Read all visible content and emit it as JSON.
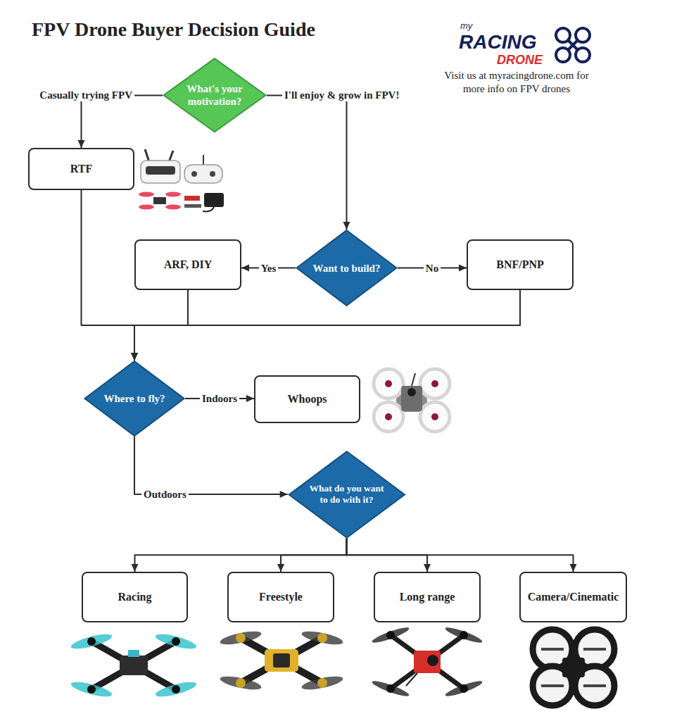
{
  "diagram": {
    "title": "FPV Drone Buyer Decision Guide",
    "nodes": [
      {
        "text": [
          "What's your motivation?"
        ]
      },
      {
        "text": [
          "RTF"
        ]
      },
      {
        "text": [
          "Want to build?"
        ]
      },
      {
        "text": [
          "ARF, DIY"
        ]
      },
      {
        "text": [
          "BNF/PNP"
        ]
      },
      {
        "text": [
          "Where to fly?"
        ]
      },
      {
        "text": [
          "Whoops"
        ]
      },
      {
        "text": [
          "What do you want to do with it?"
        ]
      },
      {
        "text": [
          "Racing"
        ]
      },
      {
        "text": [
          "Freestyle"
        ]
      },
      {
        "text": [
          "Long range"
        ]
      },
      {
        "text": [
          "Camera/Cinematic"
        ]
      }
    ],
    "edges": [
      {
        "from": 0,
        "to": 1,
        "label": "Casually trying FPV",
        "arrow": "to"
      },
      {
        "from": 0,
        "to": 2,
        "label": "I'll enjoy & grow in FPV!",
        "arrow": "to"
      },
      {
        "from": 2,
        "to": 3,
        "label": "Yes",
        "arrow": "to"
      },
      {
        "from": 2,
        "to": 4,
        "label": "No",
        "arrow": "to"
      },
      {
        "from": 1,
        "to": 5,
        "arrow": "to"
      },
      {
        "from": 3,
        "to": 5,
        "arrow": "to"
      },
      {
        "from": 4,
        "to": 5,
        "arrow": "to"
      },
      {
        "from": 5,
        "to": 6,
        "label": "Indoors",
        "arrow": "to"
      },
      {
        "from": 5,
        "to": 7,
        "label": "Outdoors",
        "arrow": "to"
      },
      {
        "from": 7,
        "to": 8,
        "arrow": "to"
      },
      {
        "from": 7,
        "to": 9,
        "arrow": "to"
      },
      {
        "from": 7,
        "to": 10,
        "arrow": "to"
      },
      {
        "from": 7,
        "to": 11,
        "arrow": "to"
      }
    ],
    "labels": [
      "my",
      "RACING",
      "DRONE",
      "Visit us at myracingdrone.com for more info on FPV drones"
    ]
  }
}
